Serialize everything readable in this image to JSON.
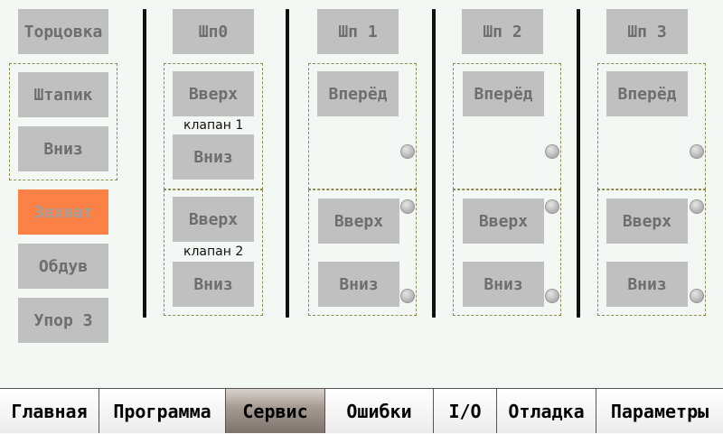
{
  "left_column": {
    "tortsovka": "Торцовка",
    "shtapik": "Штапик",
    "vniz": "Вниз",
    "zakhvat": "Захват",
    "obduv": "Обдув",
    "upor": "Упор 3"
  },
  "spindle0": {
    "title": "Шп0",
    "valve1": {
      "up": "Вверх",
      "label": "клапан 1",
      "down": "Вниз"
    },
    "valve2": {
      "up": "Вверх",
      "label": "клапан 2",
      "down": "Вниз"
    }
  },
  "spindles": [
    {
      "title": "Шп 1",
      "forward": "Вперёд",
      "up": "Вверх",
      "down": "Вниз"
    },
    {
      "title": "Шп 2",
      "forward": "Вперёд",
      "up": "Вверх",
      "down": "Вниз"
    },
    {
      "title": "Шп 3",
      "forward": "Вперёд",
      "up": "Вверх",
      "down": "Вниз"
    }
  ],
  "tabs": [
    "Главная",
    "Программа",
    "Сервис",
    "Ошибки",
    "I/O",
    "Отладка",
    "Параметры"
  ],
  "active_tab": "Сервис",
  "colors": {
    "button": "#c0c0c0",
    "active_button": "#fb8147",
    "background": "#f4f8f4"
  }
}
